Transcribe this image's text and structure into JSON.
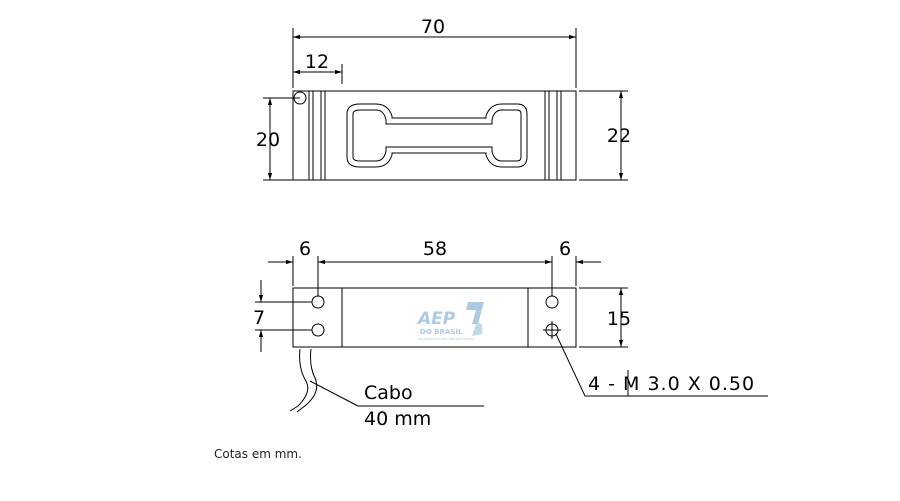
{
  "top_view": {
    "overall_length": "70",
    "end_offset": "12",
    "left_height": "20",
    "right_height": "22"
  },
  "bottom_view": {
    "left_margin": "6",
    "hole_spacing": "58",
    "right_margin": "6",
    "hole_pitch": "7",
    "height": "15"
  },
  "thread_note": "4 - M 3.0 X 0.50",
  "cable_label_line1": "Cabo",
  "cable_label_line2": "40 mm",
  "caption": "Cotas em mm.",
  "logo": {
    "main": "AEP",
    "sub": "DO BRASIL",
    "tagline": "SOLUÇÕES EM PESAGEM INDUSTRIAL"
  }
}
